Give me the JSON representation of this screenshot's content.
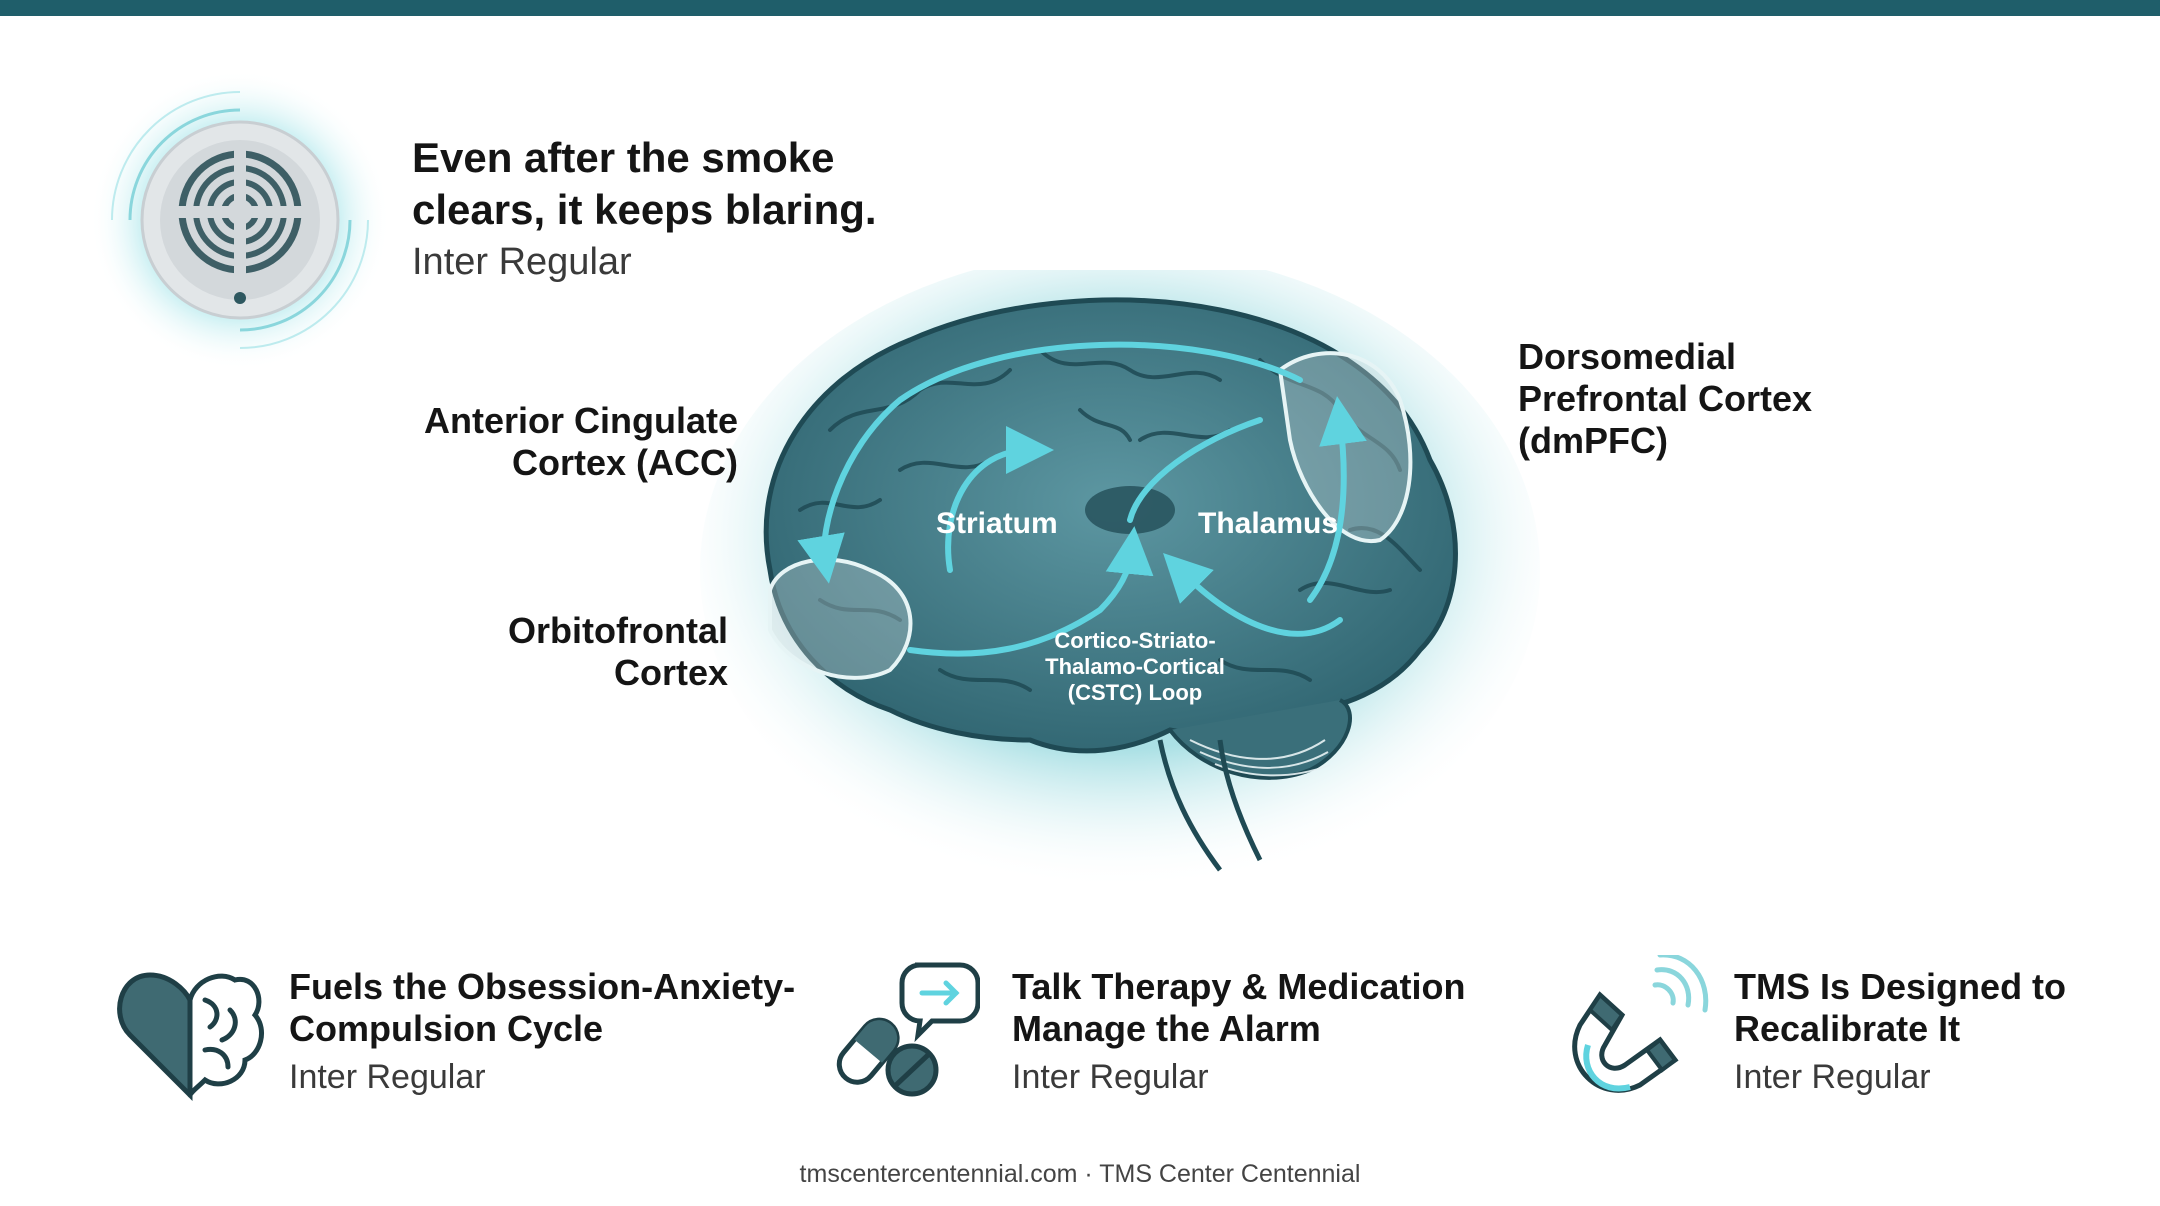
{
  "hero": {
    "title": "Even after the smoke clears, it keeps blaring.",
    "subtitle": "Inter Regular",
    "icon": "smoke-alarm-icon"
  },
  "brain_diagram": {
    "labels": {
      "acc": "Anterior Cingulate Cortex (ACC)",
      "ofc": "Orbitofrontal Cortex",
      "dmpfc": "Dorsomedial Prefrontal Cortex (dmPFC)",
      "striatum": "Striatum",
      "thalamus": "Thalamus",
      "cstc": "Cortico-Striato-Thalamo-Cortical (CSTC) Loop"
    },
    "colors": {
      "brain_fill": "#3d7480",
      "glow": "#8fd6dc",
      "arrow": "#5fd3df",
      "outline": "#1f4a54"
    }
  },
  "cards": [
    {
      "title": "Fuels the Obsession-Anxiety-Compulsion Cycle",
      "subtitle": "Inter Regular",
      "icon": "heart-brain-icon"
    },
    {
      "title": "Talk Therapy & Medication Manage the Alarm",
      "subtitle": "Inter Regular",
      "icon": "pills-speech-bubble-icon"
    },
    {
      "title": "TMS Is Designed to Recalibrate It",
      "subtitle": "Inter Regular",
      "icon": "magnet-signal-icon"
    }
  ],
  "footer": {
    "text": "tmscentercentennial.com · TMS Center Centennial"
  },
  "colors": {
    "topbar": "#1f5e6a",
    "accent": "#2a6e7a",
    "text": "#151515"
  }
}
